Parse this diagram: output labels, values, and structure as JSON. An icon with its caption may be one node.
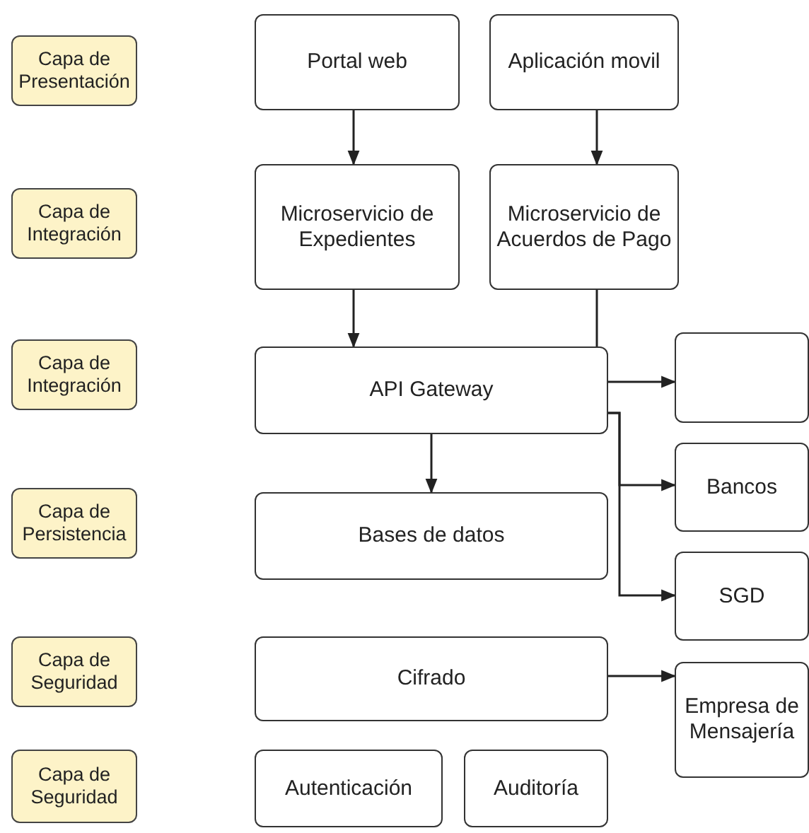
{
  "diagram": {
    "nodes": [
      {
        "text": [
          "Capa de Presentación"
        ]
      },
      {
        "text": [
          "Portal web"
        ]
      },
      {
        "text": [
          "Aplicación movil"
        ]
      },
      {
        "text": [
          "Capa de Integración"
        ]
      },
      {
        "text": [
          "Microservicio de Expedientes"
        ]
      },
      {
        "text": [
          "Microservicio de Acuerdos de Pago"
        ]
      },
      {
        "text": [
          "Capa de Integración"
        ]
      },
      {
        "text": [
          "API Gateway"
        ]
      },
      {
        "text": [],
        "shape": "box"
      },
      {
        "text": [
          "Capa de Persistencia"
        ]
      },
      {
        "text": [
          "Bases de datos"
        ]
      },
      {
        "text": [
          "Bancos"
        ]
      },
      {
        "text": [
          "SGD"
        ]
      },
      {
        "text": [
          "Capa de Seguridad"
        ]
      },
      {
        "text": [
          "Cifrado"
        ]
      },
      {
        "text": [
          "Empresa de Mensajería"
        ]
      },
      {
        "text": [
          "Capa de Seguridad"
        ]
      },
      {
        "text": [
          "Autenticación"
        ]
      },
      {
        "text": [
          "Auditoría"
        ]
      }
    ],
    "edges": [
      {
        "from": 1,
        "to": 4,
        "arrow": "to"
      },
      {
        "from": 2,
        "to": 5,
        "arrow": "to"
      },
      {
        "from": 4,
        "to": 7,
        "arrow": "to"
      },
      {
        "from": 5,
        "to": 7,
        "arrow": "none"
      },
      {
        "from": 7,
        "to": 10,
        "arrow": "to"
      },
      {
        "from": 7,
        "to": 8,
        "arrow": "to"
      },
      {
        "from": 7,
        "to": 11,
        "arrow": "to"
      },
      {
        "from": 7,
        "to": 12,
        "arrow": "to"
      },
      {
        "from": 14,
        "to": 15,
        "arrow": "to"
      }
    ]
  }
}
